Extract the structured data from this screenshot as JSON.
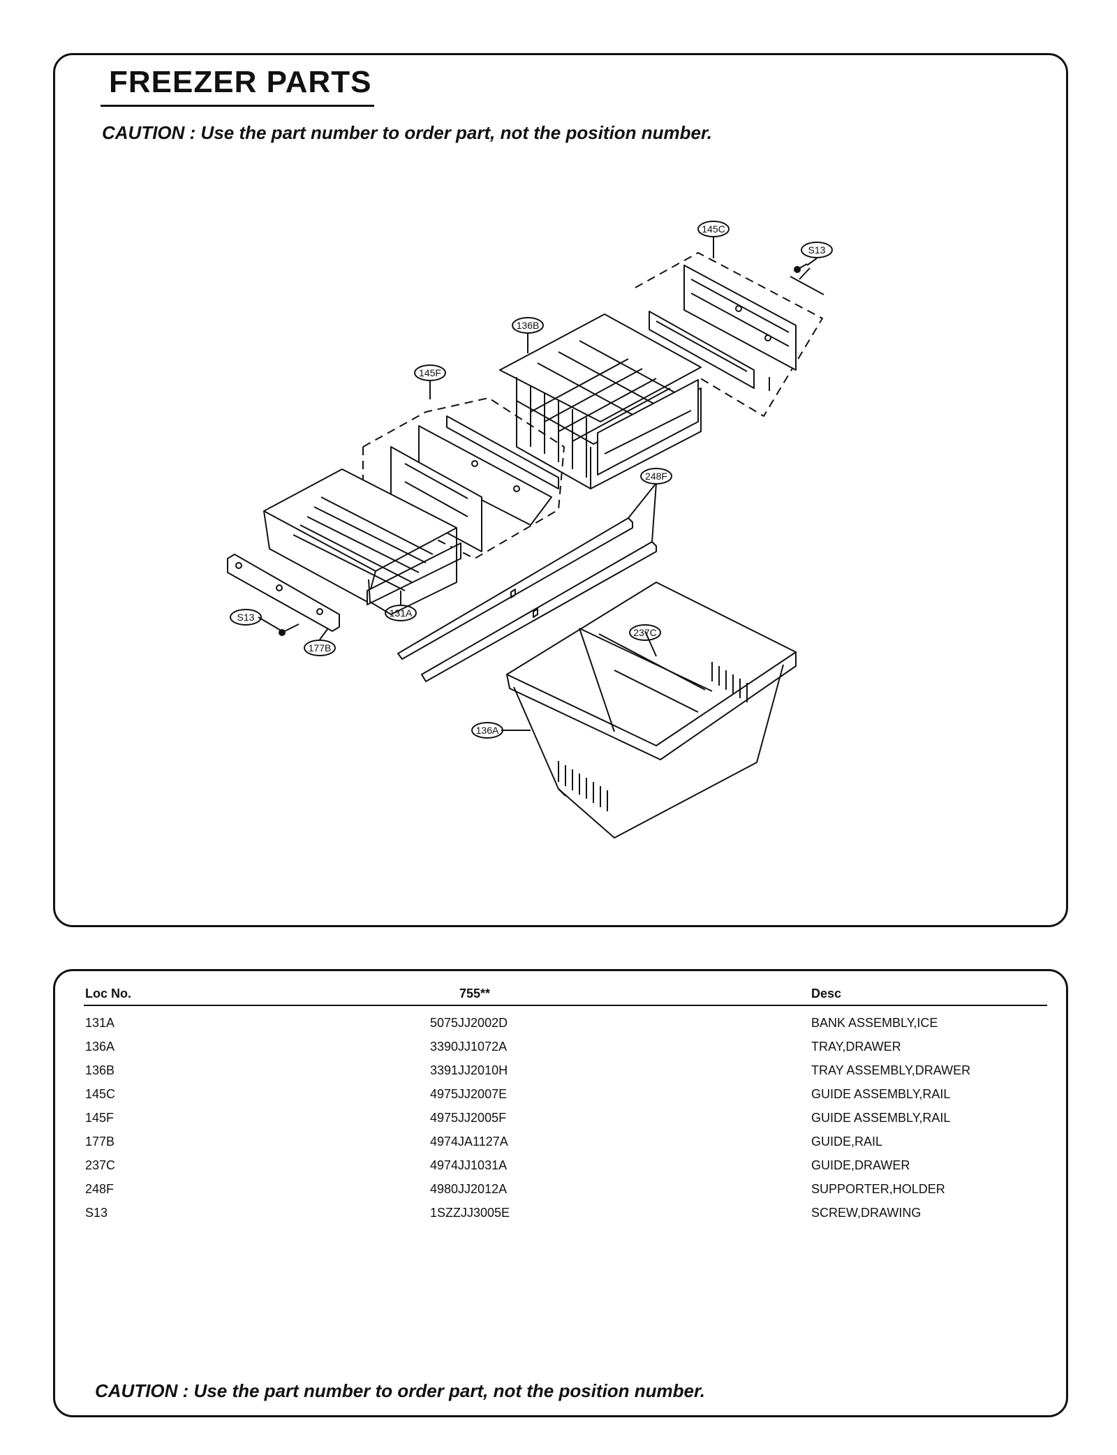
{
  "title": "FREEZER PARTS",
  "caution": "CAUTION : Use the part number to order part, not the position number.",
  "diagram": {
    "callouts": {
      "c145c": "145C",
      "s13a": "S13",
      "c136b": "136B",
      "c145f": "145F",
      "c248f": "248F",
      "c131a": "131A",
      "s13b": "S13",
      "c177b": "177B",
      "c237c": "237C",
      "c136a": "136A"
    }
  },
  "table": {
    "headers": {
      "loc": "Loc No.",
      "model": "755**",
      "desc": "Desc"
    },
    "rows": [
      {
        "loc": "131A",
        "part": "5075JJ2002D",
        "desc": "BANK ASSEMBLY,ICE"
      },
      {
        "loc": "136A",
        "part": "3390JJ1072A",
        "desc": "TRAY,DRAWER"
      },
      {
        "loc": "136B",
        "part": "3391JJ2010H",
        "desc": "TRAY ASSEMBLY,DRAWER"
      },
      {
        "loc": "145C",
        "part": "4975JJ2007E",
        "desc": "GUIDE ASSEMBLY,RAIL"
      },
      {
        "loc": "145F",
        "part": "4975JJ2005F",
        "desc": "GUIDE ASSEMBLY,RAIL"
      },
      {
        "loc": "177B",
        "part": "4974JA1127A",
        "desc": "GUIDE,RAIL"
      },
      {
        "loc": "237C",
        "part": "4974JJ1031A",
        "desc": "GUIDE,DRAWER"
      },
      {
        "loc": "248F",
        "part": "4980JJ2012A",
        "desc": "SUPPORTER,HOLDER"
      },
      {
        "loc": "S13",
        "part": "1SZZJJ3005E",
        "desc": "SCREW,DRAWING"
      }
    ]
  }
}
